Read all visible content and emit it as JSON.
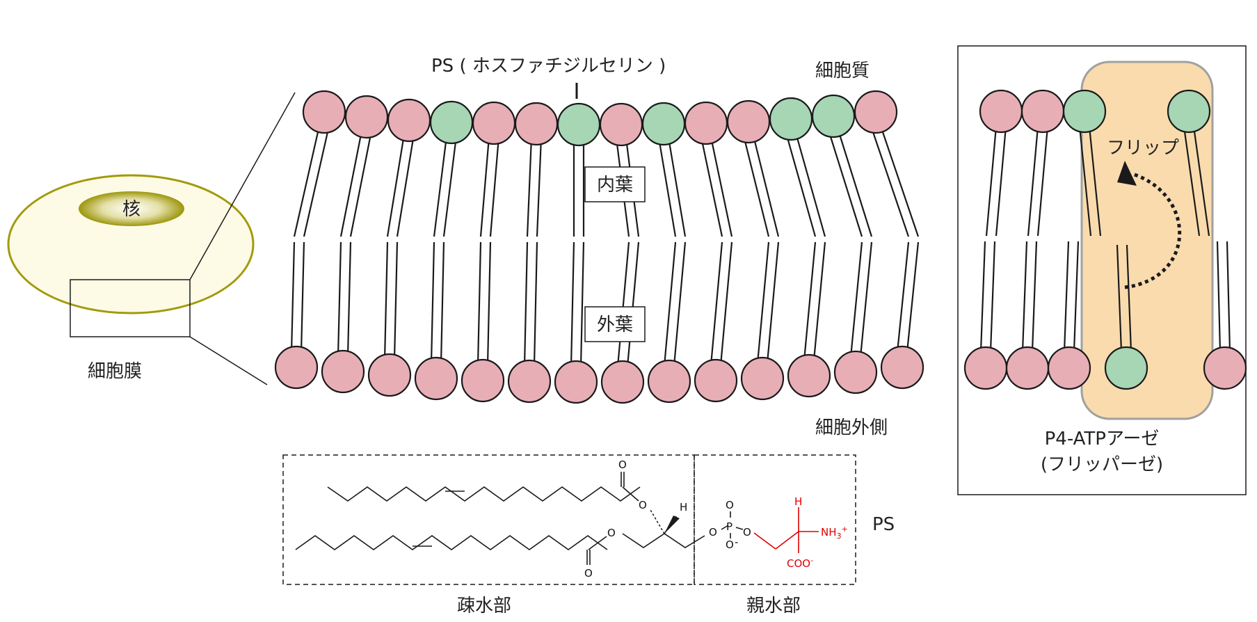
{
  "labels": {
    "nucleus": "核",
    "cell_membrane": "細胞膜",
    "ps_full": "PS ( ホスファチジルセリン )",
    "cytoplasm": "細胞質",
    "inner_leaflet": "内葉",
    "outer_leaflet": "外葉",
    "extracellular": "細胞外側",
    "hydrophobic": "疎水部",
    "hydrophilic": "親水部",
    "ps_short": "PS",
    "flip": "フリップ",
    "enzyme_line1": "P4-ATPアーゼ",
    "enzyme_line2": "(フリッパーゼ)"
  },
  "chem": {
    "o": "O",
    "h": "H",
    "p": "P",
    "nh3": "NH",
    "nh3_sub": "3",
    "nh3_sup": "+",
    "coo": "COO",
    "coo_sup": "-",
    "minus": "-"
  },
  "membrane": {
    "inner_leaflet": [
      "PC",
      "PC",
      "PC",
      "PS",
      "PC",
      "PC",
      "PS",
      "PC",
      "PS",
      "PC",
      "PC",
      "PS",
      "PS",
      "PC"
    ],
    "outer_leaflet": [
      "PC",
      "PC",
      "PC",
      "PC",
      "PC",
      "PC",
      "PC",
      "PC",
      "PC",
      "PC",
      "PC",
      "PC",
      "PC",
      "PC"
    ]
  },
  "flippase_panel": {
    "inner_leaflet": [
      "PC",
      "PC",
      "PS",
      "PS"
    ],
    "outer_leaflet": [
      "PC",
      "PC",
      "PC",
      "PS",
      "PC"
    ]
  },
  "colors": {
    "PC": "#e8aeb6",
    "PS": "#a6d6b4",
    "outline": "#1a1a1a",
    "cell_fill": "#fdfbe6",
    "cell_stroke": "#a29a0a",
    "nucleus": "#9c960c",
    "enzyme": "#f9dbae",
    "enzyme_stroke": "#a0a0a0",
    "serine": "#e00000"
  }
}
